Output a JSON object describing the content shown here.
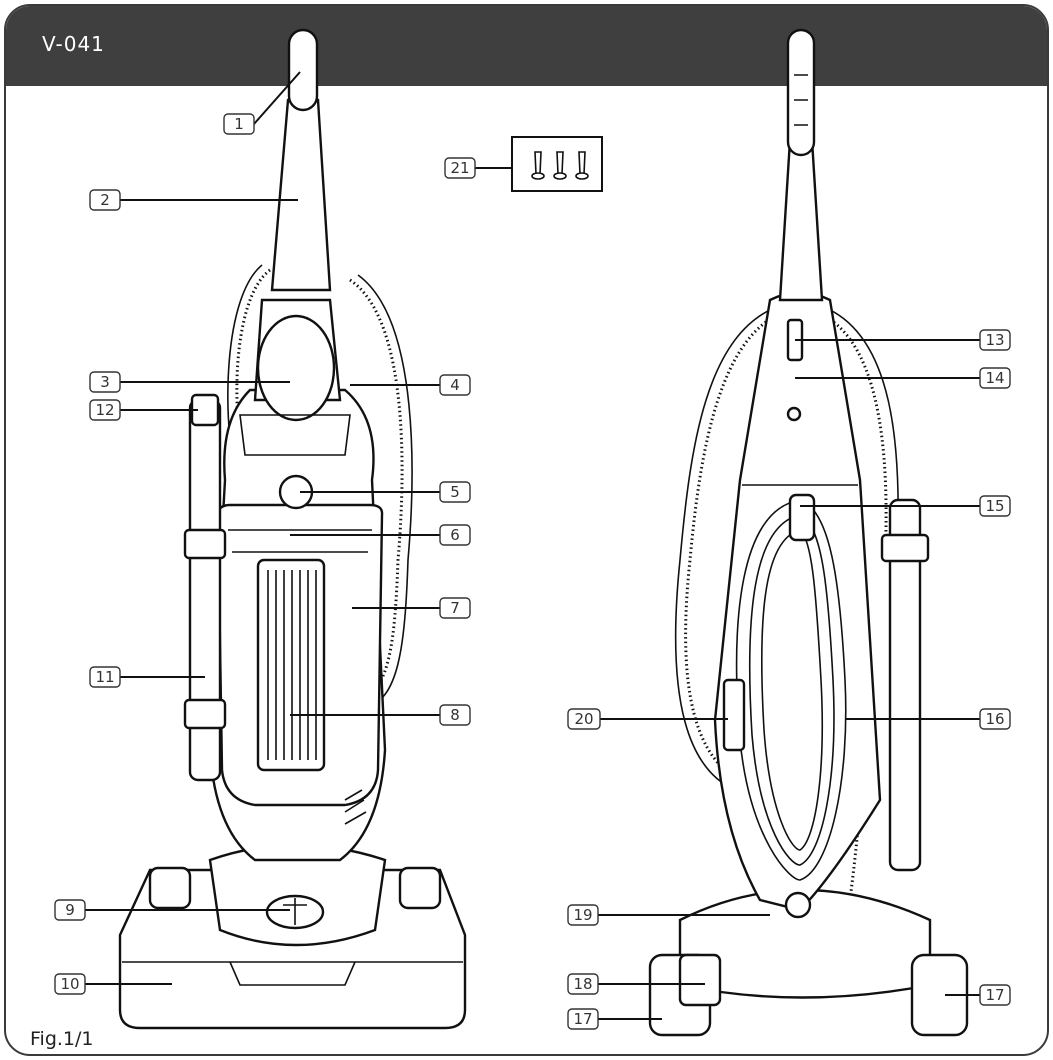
{
  "header": {
    "model_code": "V-041"
  },
  "figure": {
    "caption": "Fig.1/1"
  },
  "callouts": [
    {
      "id": "c1",
      "num": "1"
    },
    {
      "id": "c2",
      "num": "2"
    },
    {
      "id": "c3",
      "num": "3"
    },
    {
      "id": "c4",
      "num": "4"
    },
    {
      "id": "c5",
      "num": "5"
    },
    {
      "id": "c6",
      "num": "6"
    },
    {
      "id": "c7",
      "num": "7"
    },
    {
      "id": "c8",
      "num": "8"
    },
    {
      "id": "c9",
      "num": "9"
    },
    {
      "id": "c10",
      "num": "10"
    },
    {
      "id": "c11",
      "num": "11"
    },
    {
      "id": "c12",
      "num": "12"
    },
    {
      "id": "c13",
      "num": "13"
    },
    {
      "id": "c14",
      "num": "14"
    },
    {
      "id": "c15",
      "num": "15"
    },
    {
      "id": "c16",
      "num": "16"
    },
    {
      "id": "c17a",
      "num": "17"
    },
    {
      "id": "c17b",
      "num": "17"
    },
    {
      "id": "c18",
      "num": "18"
    },
    {
      "id": "c19",
      "num": "19"
    },
    {
      "id": "c20",
      "num": "20"
    },
    {
      "id": "c21",
      "num": "21"
    }
  ],
  "icons": [
    "screw-icon",
    "screw-icon",
    "screw-icon"
  ],
  "colors": {
    "header_bg": "#3f3f3f",
    "line": "#111111"
  }
}
